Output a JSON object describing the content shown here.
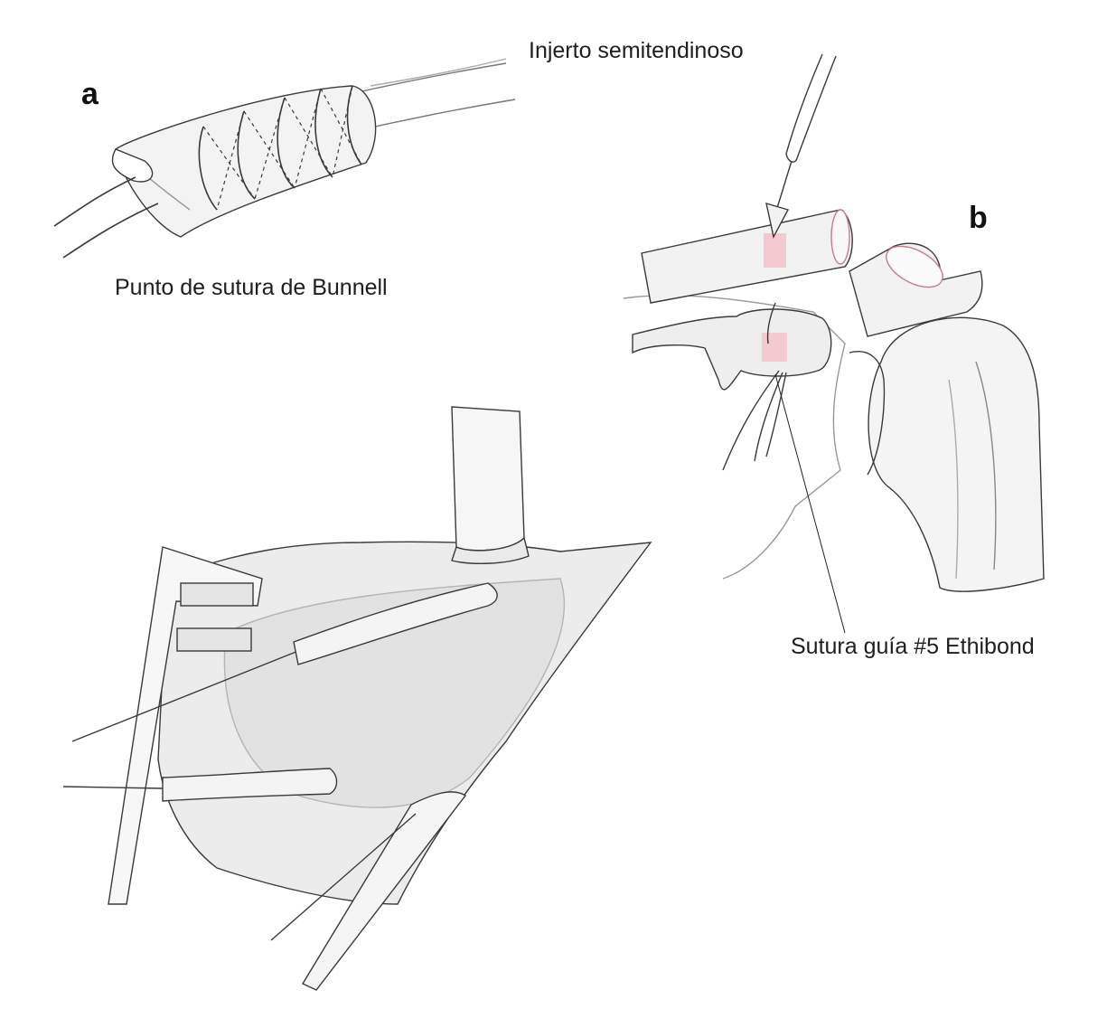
{
  "panels": {
    "a": {
      "letter": "a",
      "caption": "Punto de sutura de Bunnell"
    },
    "b": {
      "letter": "b",
      "graft_label": "Injerto semitendinoso",
      "suture_label": "Sutura guía #5 Ethibond"
    }
  },
  "colors": {
    "line": "#3a3a3a",
    "bone": "#f2f2f2",
    "tunnel": "#f4c9cf",
    "tissue": "#e9e9e9"
  }
}
